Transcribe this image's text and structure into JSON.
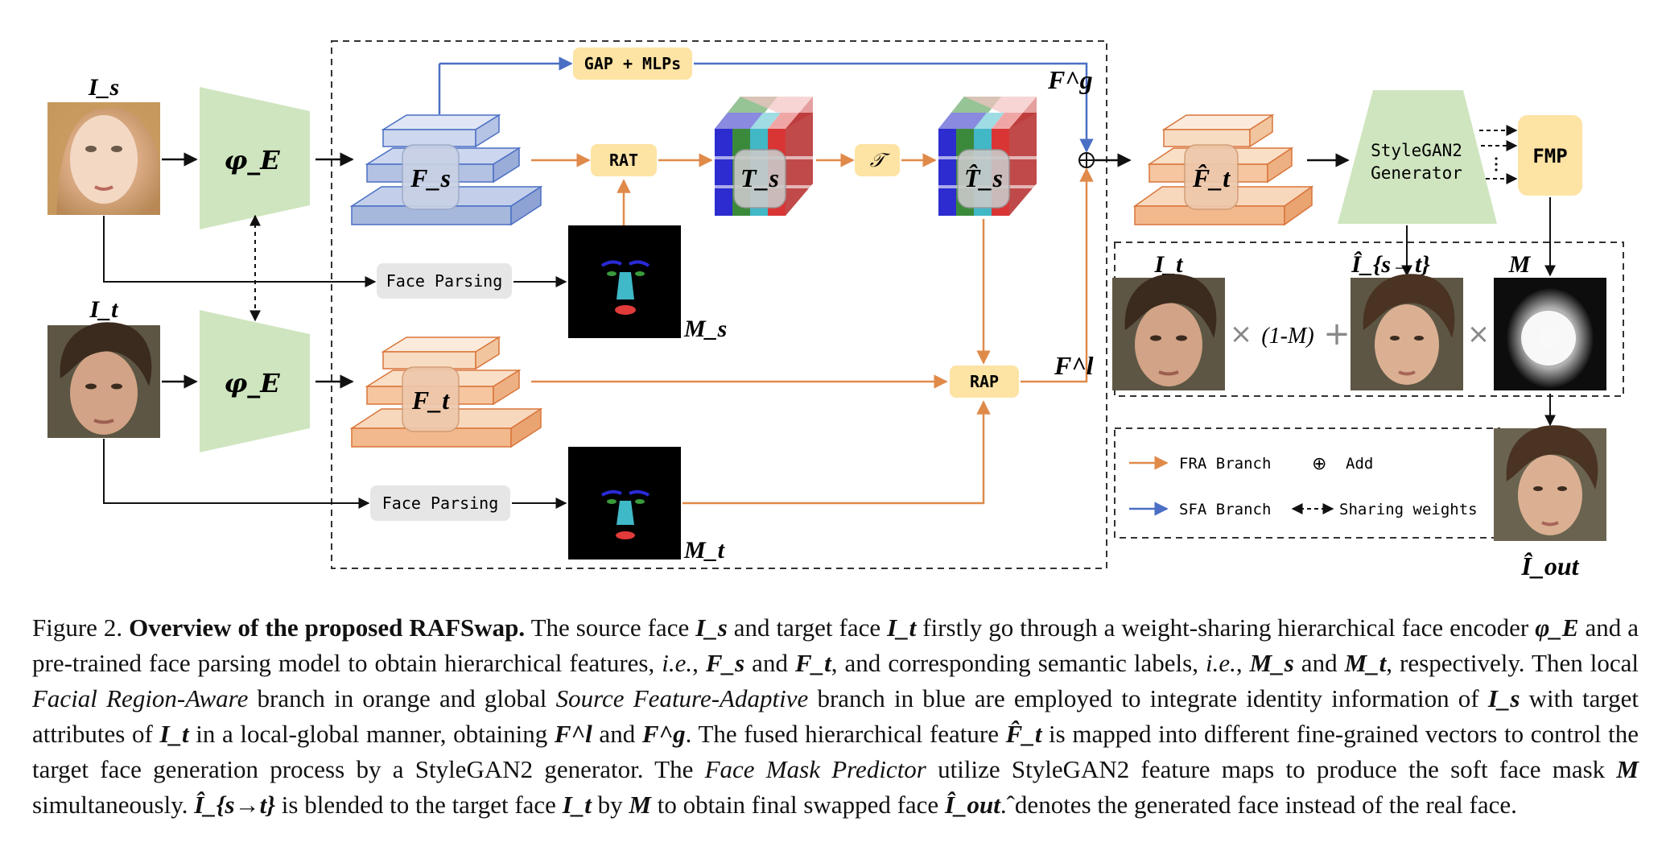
{
  "figure": {
    "labels": {
      "source_image": "I_s",
      "target_image": "I_t",
      "encoder": "φ_E",
      "encoder_sub": "E",
      "fs": "F_s",
      "ft": "F_t",
      "ts": "T_s",
      "ts_hat": "T̂_s",
      "ft_hat": "F̂_t",
      "ms": "M_s",
      "mt": "M_t",
      "fg": "F^g",
      "fl": "F^l",
      "mask": "M",
      "blend_target": "I_t",
      "blend_swapped": "Î_{s→t}",
      "output": "Î_out"
    },
    "modules": {
      "gap_mlps": "GAP + MLPs",
      "rat": "RAT",
      "transform": "𝒯",
      "rap": "RAP",
      "face_parsing_1": "Face Parsing",
      "face_parsing_2": "Face Parsing",
      "generator_line1": "StyleGAN2",
      "generator_line2": "Generator",
      "fmp": "FMP"
    },
    "formula": {
      "times1": "×",
      "one_minus_m": "(1-M)",
      "plus": "+",
      "times2": "×"
    },
    "legend": {
      "fra": "FRA Branch",
      "add_symbol": "⊕",
      "add": "Add",
      "sfa": "SFA Branch",
      "sharing": "Sharing weights"
    },
    "colors": {
      "orange_branch": "#e08a4a",
      "blue_branch": "#4a6fc4",
      "module_fill": "#fde3a4",
      "encoder_fill": "#cfe5c0",
      "blue_feature": "#a7b8dd",
      "orange_feature": "#f6c9a4",
      "parsing_fill": "#e6e6e6"
    }
  },
  "caption": {
    "label": "Figure 2.",
    "title": "Overview of the proposed RAFSwap.",
    "t1": " The source face ",
    "s1": "I_s",
    "t2": " and target face ",
    "s2": "I_t",
    "t3": " firstly go through a weight-sharing hierarchical face encoder ",
    "s3": "φ_E",
    "t4": " and a pre-trained face parsing model to obtain hierarchical features, ",
    "ie1": "i.e.",
    "t5": ", ",
    "s4": "F_s",
    "t6": " and ",
    "s5": "F_t",
    "t7": ", and corresponding semantic labels, ",
    "ie2": "i.e.",
    "t8": ", ",
    "s6": "M_s",
    "t9": " and ",
    "s7": "M_t",
    "t10": ", respectively. Then local ",
    "fra_name": "Facial Region-Aware",
    "t11": " branch in orange and global ",
    "sfa_name": "Source Feature-Adaptive",
    "t12": " branch in blue are employed to integrate identity information of ",
    "s8": "I_s",
    "t13": " with target attributes of ",
    "s9": "I_t",
    "t14": " in a local-global manner, obtaining ",
    "s10": "F^l",
    "t15": " and ",
    "s11": "F^g",
    "t16": ". The fused hierarchical feature ",
    "s12": "F̂_t",
    "t17": " is mapped into different fine-grained vectors to control the target face generation process by a StyleGAN2 generator. The ",
    "fmp_name": "Face Mask Predictor",
    "t18": " utilize StyleGAN2 feature maps to produce the soft face mask ",
    "s13": "M",
    "t19": " simultaneously. ",
    "s14": "Î_{s→t}",
    "t20": " is blended to the target face ",
    "s15": "I_t",
    "t21": " by ",
    "s16": "M",
    "t22": " to obtain final swapped face ",
    "s17": "Î_out",
    "t23": ".ˆdenotes the generated face instead of the real face."
  }
}
